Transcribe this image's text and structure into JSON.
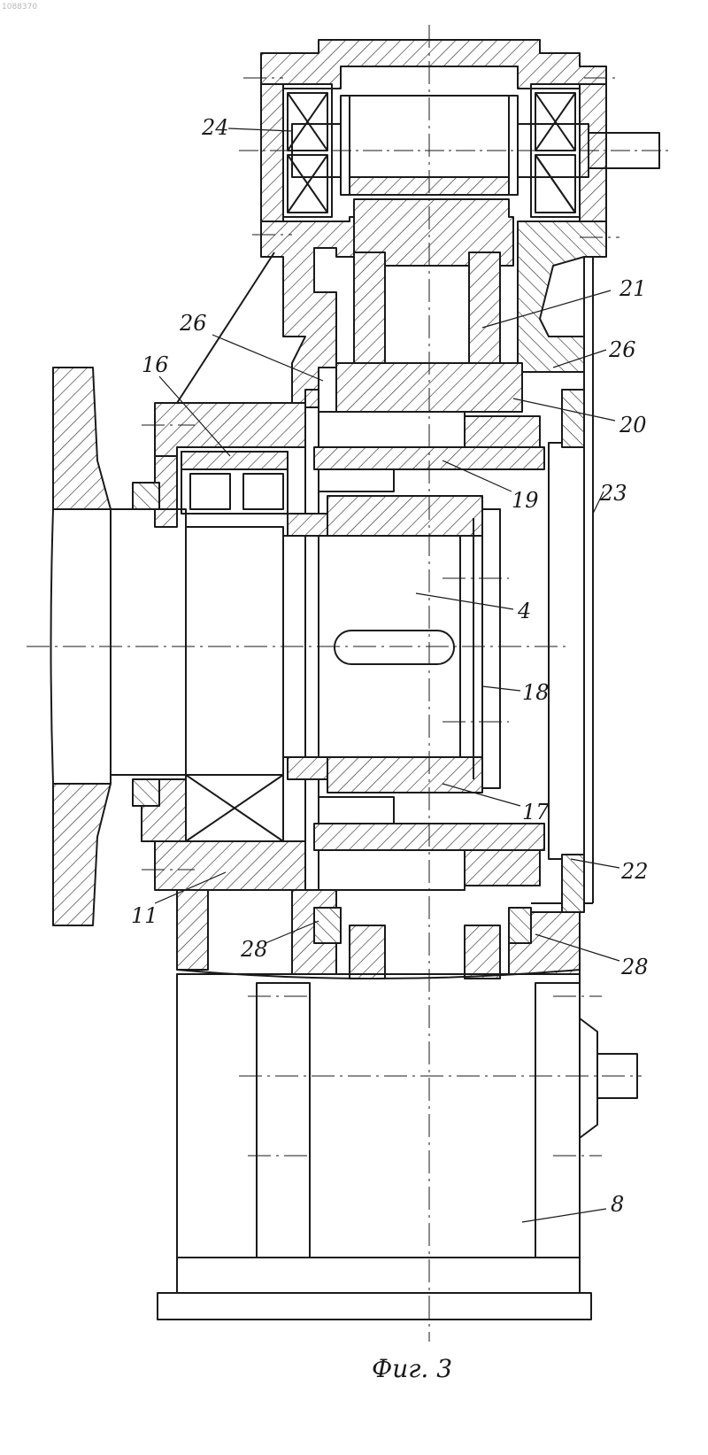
{
  "document_id": "1088370",
  "caption": "Фиг. 3",
  "labels": {
    "l24": "24",
    "l21": "21",
    "l26a": "26",
    "l26b": "26",
    "l16": "16",
    "l20": "20",
    "l19": "19",
    "l23": "23",
    "l4": "4",
    "l18": "18",
    "l17": "17",
    "l22": "22",
    "l11": "11",
    "l28a": "28",
    "l28b": "28",
    "l8": "8"
  }
}
